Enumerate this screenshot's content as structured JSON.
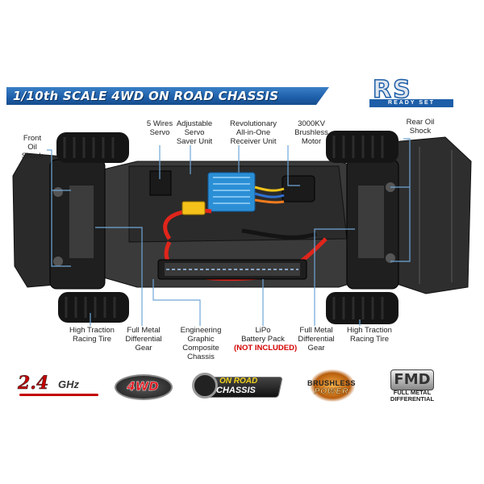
{
  "header": {
    "title": "1/10th SCALE 4WD ON ROAD CHASSIS",
    "logo_main": "RS",
    "logo_sub": "READY SET"
  },
  "callouts": {
    "front_oil_shock": [
      "Front",
      "Oil",
      "Shock"
    ],
    "servo": [
      "5 Wires",
      "Servo"
    ],
    "saver": [
      "Adjustable",
      "Servo",
      "Saver Unit"
    ],
    "receiver": [
      "Revolutionary",
      "All-in-One",
      "Receiver Unit"
    ],
    "motor": [
      "3000KV",
      "Brushless",
      "Motor"
    ],
    "rear_oil_shock": [
      "Rear Oil",
      "Shock"
    ],
    "front_tire": [
      "High Traction",
      "Racing Tire"
    ],
    "front_diff": [
      "Full Metal",
      "Differential",
      "Gear"
    ],
    "chassis": [
      "Engineering",
      "Graphic",
      "Composite",
      "Chassis"
    ],
    "battery": [
      "LiPo",
      "Battery Pack"
    ],
    "battery_warning": "(NOT INCLUDED)",
    "rear_diff": [
      "Full Metal",
      "Differential",
      "Gear"
    ],
    "rear_tire": [
      "High Traction",
      "Racing Tire"
    ]
  },
  "badges": {
    "ghz": {
      "big": "2.4",
      "small": "GHz"
    },
    "fourwd": "4WD",
    "onroad": {
      "line1": "ON ROAD",
      "line2": "CHASSIS"
    },
    "brushless": {
      "line1": "BRUSHLESS",
      "line2": "POWER"
    },
    "fmd": {
      "mark": "FMD",
      "line1": "FULL METAL",
      "line2": "DIFFERENTIAL"
    }
  },
  "colors": {
    "banner_blue": "#1d5ea8",
    "callout_line": "#6fa6d8",
    "warning_red": "#d40000",
    "esc_blue": "#2b8fd6"
  }
}
